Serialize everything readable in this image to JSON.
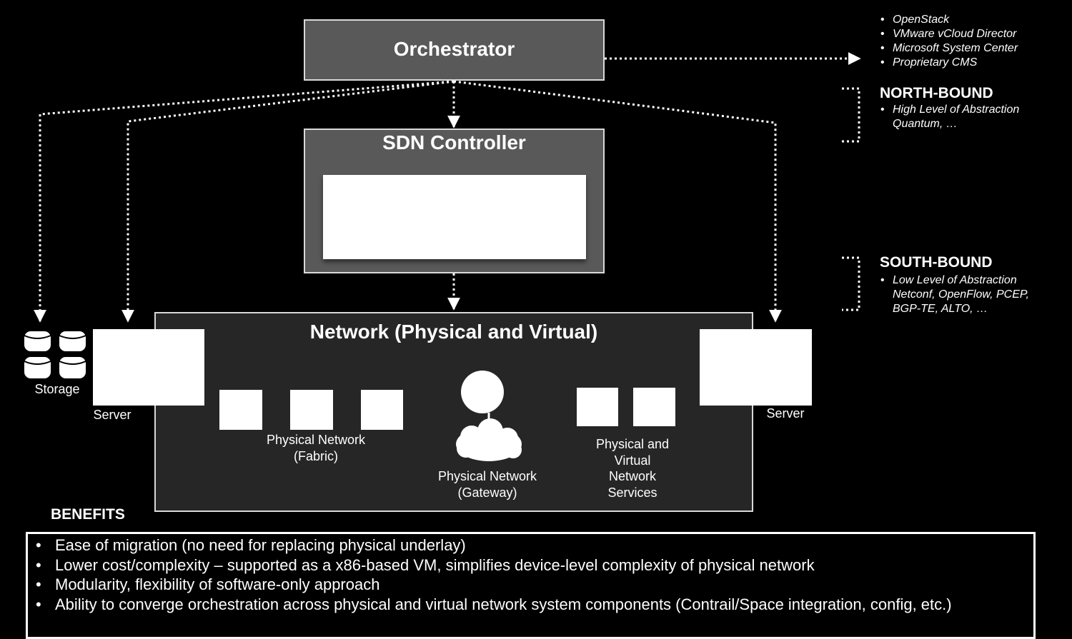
{
  "orchestrator": {
    "title": "Orchestrator"
  },
  "sdn_controller": {
    "title": "SDN Controller"
  },
  "network": {
    "title": "Network (Physical and Virtual)",
    "fabric_label_line1": "Physical Network",
    "fabric_label_line2": "(Fabric)",
    "gateway_label_line1": "Physical Network",
    "gateway_label_line2": "(Gateway)",
    "services_label_line1": "Physical and",
    "services_label_line2": "Virtual",
    "services_label_line3": "Network",
    "services_label_line4": "Services"
  },
  "storage": {
    "label": "Storage"
  },
  "server_left": {
    "label": "Server"
  },
  "server_right": {
    "label": "Server"
  },
  "orchestrator_examples": [
    "OpenStack",
    "VMware vCloud Director",
    "Microsoft System Center",
    "Proprietary CMS"
  ],
  "north_bound": {
    "heading": "NORTH-BOUND",
    "items": [
      "High Level of Abstraction",
      "Quantum, …"
    ]
  },
  "south_bound": {
    "heading": "SOUTH-BOUND",
    "items": [
      "Low Level of Abstraction",
      "Netconf, OpenFlow, PCEP,",
      "BGP-TE, ALTO, …"
    ]
  },
  "benefits": {
    "heading": "BENEFITS",
    "items": [
      "Ease of migration (no need for replacing physical underlay)",
      "Lower cost/complexity – supported as a x86-based VM, simplifies device-level complexity of physical network",
      "Modularity, flexibility of software-only approach",
      "Ability to converge orchestration across physical and virtual network system components (Contrail/Space integration, config, etc.)"
    ]
  },
  "colors": {
    "background": "#000000",
    "box_fill": "#595959",
    "network_fill": "#262626",
    "border": "#d9d9d9"
  }
}
